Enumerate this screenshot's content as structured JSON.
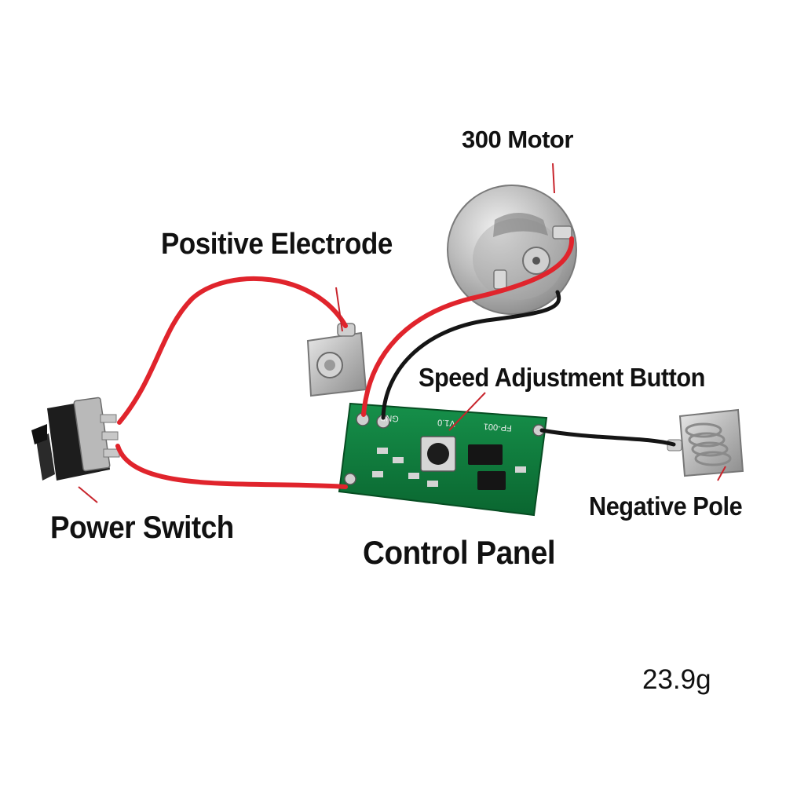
{
  "labels": {
    "motor": "300 Motor",
    "positive_electrode": "Positive Electrode",
    "speed_button": "Speed Adjustment Button",
    "negative_pole": "Negative Pole",
    "power_switch": "Power Switch",
    "control_panel": "Control Panel",
    "weight": "23.9g"
  },
  "pcb_markings": {
    "model": "FP-001",
    "version": "V1.0",
    "brand": "GNB"
  },
  "colors": {
    "wire_red": "#e0242c",
    "wire_black": "#151515",
    "pcb_green": "#0f7a3c",
    "leader_line": "#c8242c",
    "metal": "#c9c9c9"
  }
}
